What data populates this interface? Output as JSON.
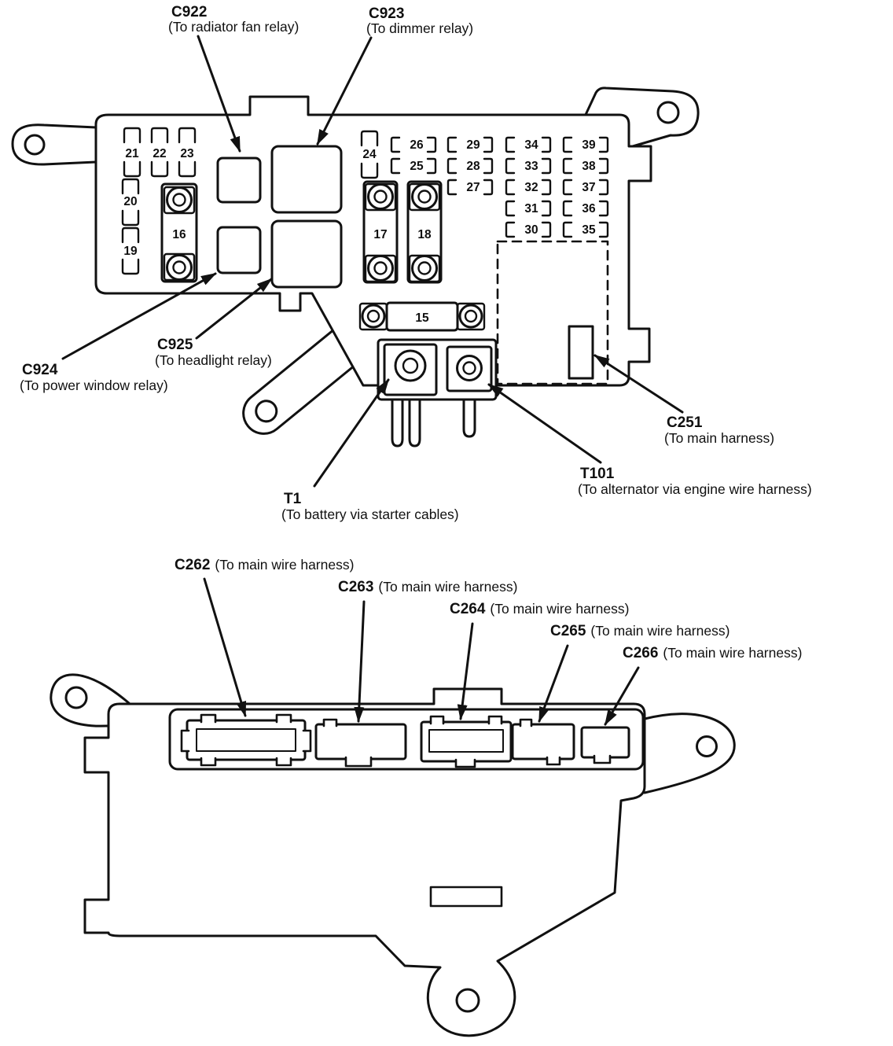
{
  "top_view": {
    "callouts": {
      "c922": {
        "code": "C922",
        "desc": "(To radiator fan relay)"
      },
      "c923": {
        "code": "C923",
        "desc": "(To dimmer relay)"
      },
      "c924": {
        "code": "C924",
        "desc": "(To power window relay)"
      },
      "c925": {
        "code": "C925",
        "desc": "(To headlight relay)"
      },
      "c251": {
        "code": "C251",
        "desc": "(To main harness)"
      },
      "t101": {
        "code": "T101",
        "desc": "(To alternator via engine wire harness)"
      },
      "t1": {
        "code": "T1",
        "desc": "(To battery via starter cables)"
      }
    },
    "fuse_labels": {
      "f15": "15",
      "f16": "16",
      "f17": "17",
      "f18": "18",
      "f19": "19",
      "f20": "20",
      "f21": "21",
      "f22": "22",
      "f23": "23",
      "f24": "24",
      "f25": "25",
      "f26": "26",
      "f27": "27",
      "f28": "28",
      "f29": "29",
      "f30": "30",
      "f31": "31",
      "f32": "32",
      "f33": "33",
      "f34": "34",
      "f35": "35",
      "f36": "36",
      "f37": "37",
      "f38": "38",
      "f39": "39"
    }
  },
  "bottom_view": {
    "callouts": {
      "c262": {
        "code": "C262",
        "desc": "(To main wire harness)"
      },
      "c263": {
        "code": "C263",
        "desc": "(To main wire harness)"
      },
      "c264": {
        "code": "C264",
        "desc": "(To main wire harness)"
      },
      "c265": {
        "code": "C265",
        "desc": "(To main wire harness)"
      },
      "c266": {
        "code": "C266",
        "desc": "(To main wire harness)"
      }
    }
  },
  "colors": {
    "line": "#111111",
    "paper": "#ffffff"
  }
}
